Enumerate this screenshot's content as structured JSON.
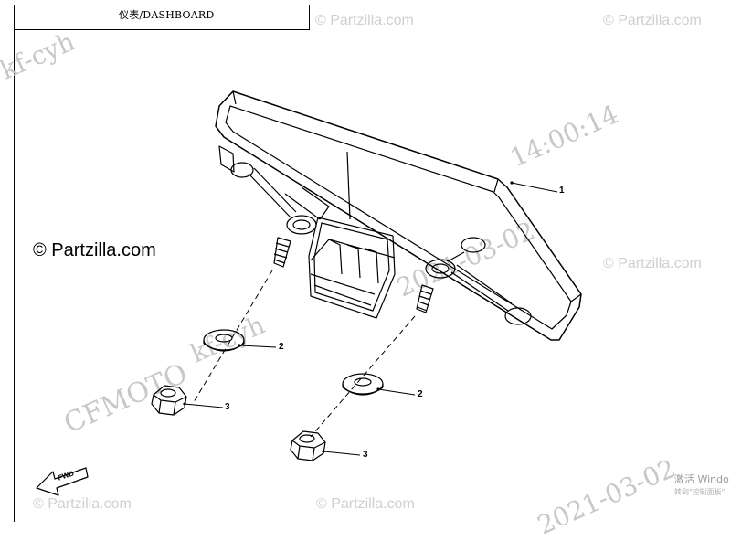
{
  "title": "仪表/DASHBOARD",
  "copyright": "© Partzilla.com",
  "watermark_text": "© Partzilla.com",
  "stamp_user": "kf-cyh",
  "stamp_date": "2021-03-02",
  "stamp_time": "14:00:14",
  "stamp_brand": "CFMOTO",
  "fwd_label": "FWD",
  "callouts": {
    "c1": "1",
    "c2a": "2",
    "c2b": "2",
    "c3a": "3",
    "c3b": "3"
  },
  "windows_activate": {
    "line1": "激活 Windo",
    "line2": "转到\"控制面板\""
  },
  "parts": {
    "dashboard": "dashboard-unit",
    "washer": "flat-washer",
    "nut": "hex-nut"
  }
}
